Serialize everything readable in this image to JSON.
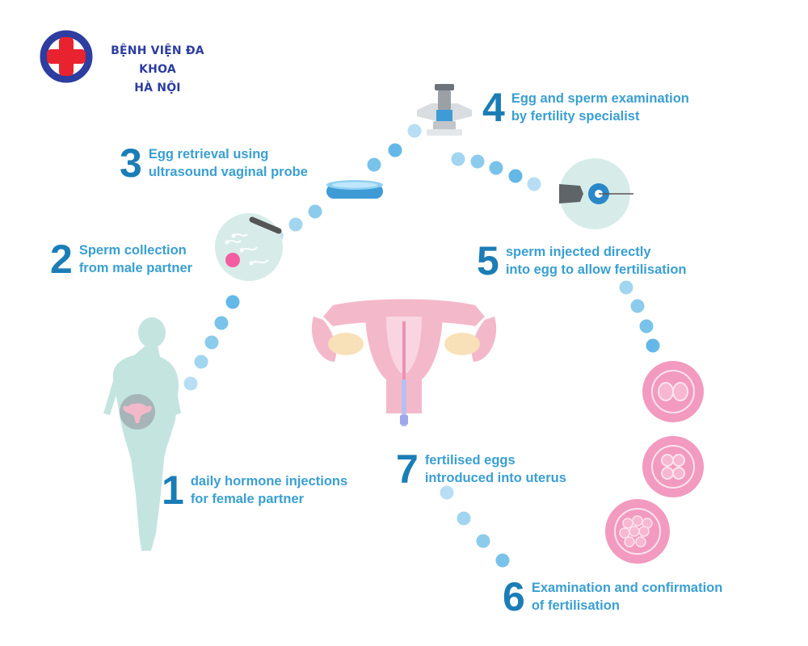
{
  "hospital": {
    "name_line1": "BỆNH VIỆN ĐA KHOA",
    "name_line2": "HÀ NỘI",
    "logo_colors": {
      "ring": "#2d3da0",
      "cross": "#e8232f"
    }
  },
  "steps": [
    {
      "number": "1",
      "line1": "daily hormone injections",
      "line2": "for female partner"
    },
    {
      "number": "2",
      "line1": "Sperm collection",
      "line2": "from male partner"
    },
    {
      "number": "3",
      "line1": "Egg retrieval using",
      "line2": "ultrasound vaginal probe"
    },
    {
      "number": "4",
      "line1": "Egg and sperm examination",
      "line2": "by fertility specialist"
    },
    {
      "number": "5",
      "line1": "sperm injected directly",
      "line2": "into egg to allow fertilisation"
    },
    {
      "number": "6",
      "line1": "Examination and confirmation",
      "line2": "of fertilisation"
    },
    {
      "number": "7",
      "line1": "fertilised eggs",
      "line2": "introduced into uterus"
    }
  ],
  "colors": {
    "number": "#1b7db6",
    "label": "#3a9fd2",
    "path_dots": "#5fb6e6",
    "silhouette": "#c4e4e0",
    "uterus": "#f4b8cb",
    "embryo": "#f29ac0"
  },
  "icons": [
    "hospital-cross-logo-icon",
    "woman-silhouette-icon",
    "sperm-egg-icon",
    "petri-dish-icon",
    "microscope-icon",
    "injection-needle-icon",
    "uterus-icon",
    "embryo-2-cell-icon",
    "embryo-4-cell-icon",
    "embryo-8-cell-icon"
  ]
}
